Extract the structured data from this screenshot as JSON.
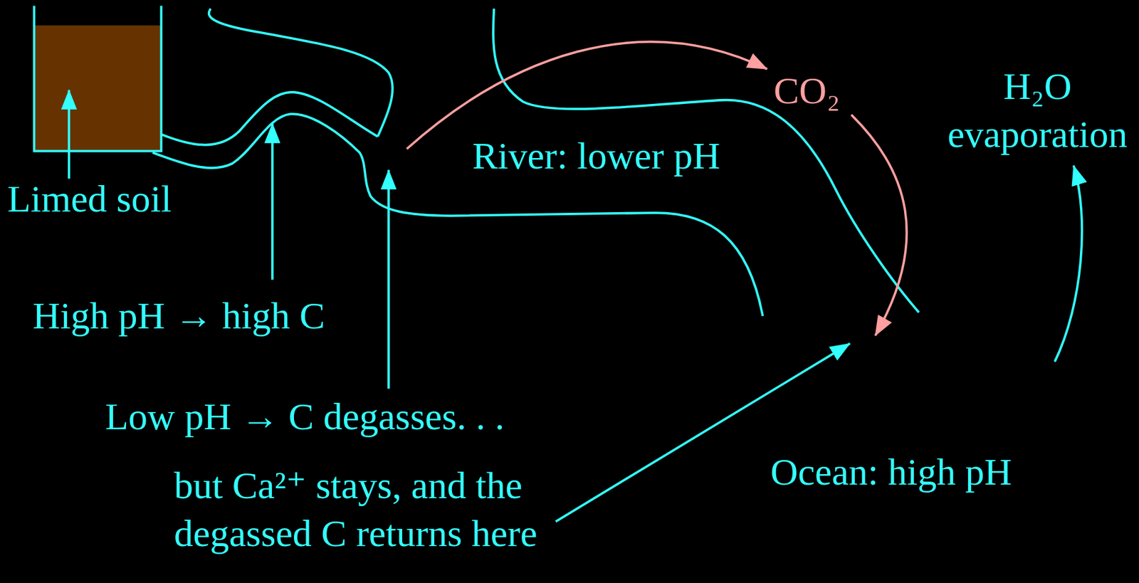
{
  "diagram": {
    "nodes": [
      {
        "text": [
          "Ocean: high pH"
        ]
      }
    ],
    "labels": [
      "CO₂",
      "H₂O evaporation",
      "River: lower pH",
      "Limed soil",
      "High pH → high C",
      "Low pH → C degasses. . .",
      "but Ca²⁺ stays, and the degassed C returns here"
    ]
  }
}
